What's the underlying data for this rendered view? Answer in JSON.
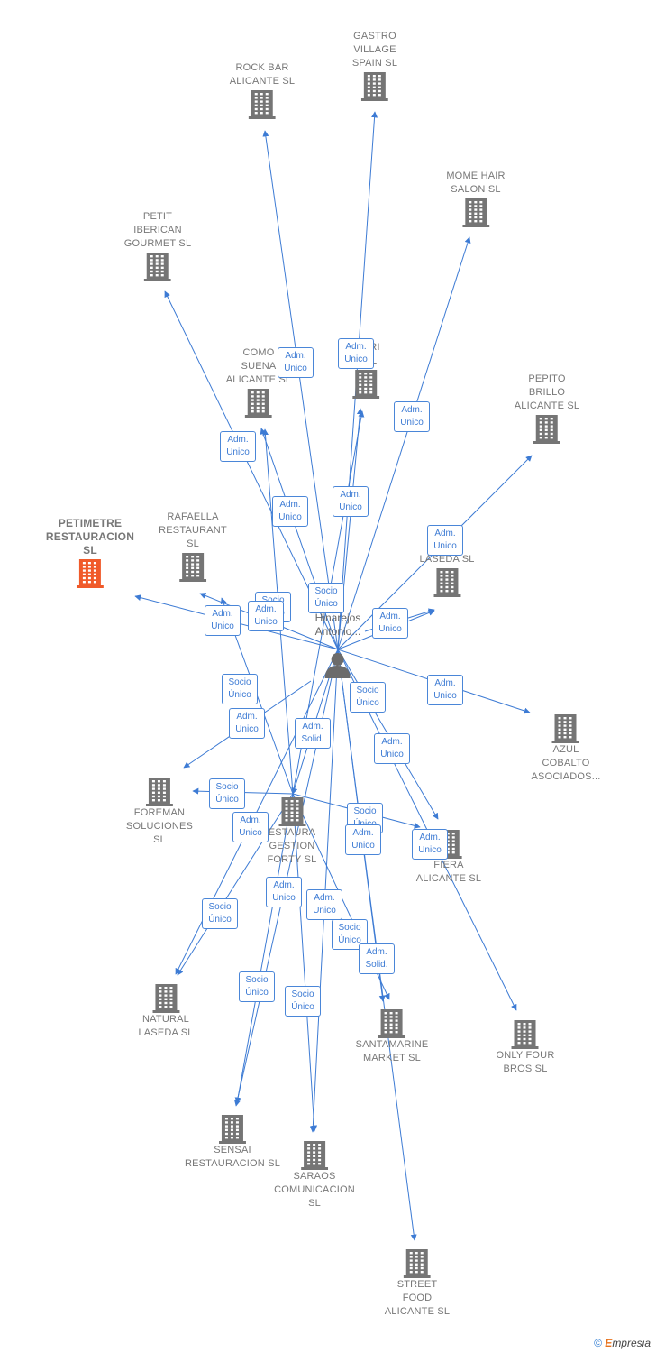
{
  "colors": {
    "edge": "#3d7bd4",
    "building": "#757575",
    "focus": "#f05a2a",
    "badge_text": "#3d7bd4"
  },
  "center_person": {
    "label": "a\nHinarejos\nAntonio..."
  },
  "companies": [
    {
      "id": "gastro",
      "label": "GASTRO\nVILLAGE\nSPAIN  SL"
    },
    {
      "id": "rockbar",
      "label": "ROCK BAR\nALICANTE  SL"
    },
    {
      "id": "mome",
      "label": "MOME HAIR\nSALON  SL"
    },
    {
      "id": "petit",
      "label": "PETIT\nIBERICAN\nGOURMET SL"
    },
    {
      "id": "como",
      "label": "COMO\nSUENA\nALICANTE  SL"
    },
    {
      "id": "cori",
      "label": "C      ORI\nE       SL"
    },
    {
      "id": "pepito",
      "label": "PEPITO\nBRILLO\nALICANTE  SL"
    },
    {
      "id": "petimetre",
      "label": "PETIMETRE\nRESTAURACION\nSL",
      "focus": true
    },
    {
      "id": "rafaella",
      "label": "RAFAELLA\nRESTAURANT\nSL"
    },
    {
      "id": "laseda",
      "label": "L          E\nLASEDA  SL"
    },
    {
      "id": "azul",
      "label": "AZUL\nCOBALTO\nASOCIADOS..."
    },
    {
      "id": "foreman",
      "label": "FOREMAN\nSOLUCIONES\nSL"
    },
    {
      "id": "restaura",
      "label": "ESTAURA\nGESTION\nFORTY SL"
    },
    {
      "id": "fiera",
      "label": "FIERA\nALICANTE  SL"
    },
    {
      "id": "natural",
      "label": "NATURAL\nLASEDA  SL"
    },
    {
      "id": "santamarine",
      "label": "SANTAMARINE\nMARKET  SL"
    },
    {
      "id": "onlyfour",
      "label": "ONLY FOUR\nBROS  SL"
    },
    {
      "id": "sensai",
      "label": "SENSAI\nRESTAURACION SL"
    },
    {
      "id": "saraos",
      "label": "SARAOS\nCOMUNICACION\nSL"
    },
    {
      "id": "street",
      "label": "STREET\nFOOD\nALICANTE  SL"
    }
  ],
  "badges": [
    {
      "text": "Adm.\nUnico"
    },
    {
      "text": "Adm.\nUnico"
    },
    {
      "text": "Adm.\nUnico"
    },
    {
      "text": "Adm.\nUnico"
    },
    {
      "text": "Adm.\nUnico"
    },
    {
      "text": "Adm.\nUnico"
    },
    {
      "text": "Adm.\nUnico"
    },
    {
      "text": "Socio\nÚnico"
    },
    {
      "text": "Socio\nÚnico"
    },
    {
      "text": "Adm.\nUnico"
    },
    {
      "text": "Adm.\nUnico"
    },
    {
      "text": "Adm.\nUnico"
    },
    {
      "text": "Adm.\nUnico"
    },
    {
      "text": "Socio\nÚnico"
    },
    {
      "text": "Adm.\nUnico"
    },
    {
      "text": "Socio\nÚnico"
    },
    {
      "text": "Adm.\nSolid."
    },
    {
      "text": "Adm.\nUnico"
    },
    {
      "text": "Socio\nÚnico"
    },
    {
      "text": "Adm.\nUnico"
    },
    {
      "text": "Socio\nÚnico"
    },
    {
      "text": "Adm.\nUnico"
    },
    {
      "text": "Adm.\nUnico"
    },
    {
      "text": "Socio\nÚnico"
    },
    {
      "text": "Adm.\nUnico"
    },
    {
      "text": "Adm.\nUnico"
    },
    {
      "text": "Socio\nÚnico"
    },
    {
      "text": "Adm.\nSolid."
    },
    {
      "text": "Socio\nÚnico"
    },
    {
      "text": "Socio\nÚnico"
    }
  ],
  "footer": {
    "copyright": "©",
    "brand_first": "E",
    "brand_rest": "mpresia"
  }
}
